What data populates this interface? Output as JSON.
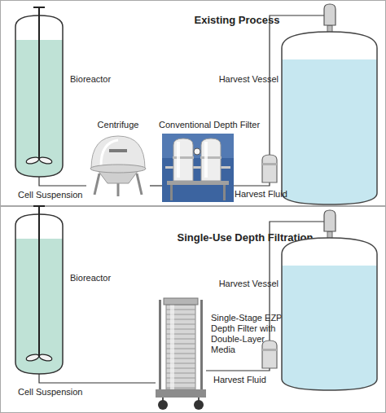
{
  "diagram": {
    "nodes": [
      {
        "text": [
          "Existing Process"
        ]
      },
      {
        "text": [
          "Bioreactor"
        ],
        "in": 0
      },
      {
        "text": [
          "Centrifuge"
        ],
        "in": 0
      },
      {
        "text": [
          "Conventional Depth Filter"
        ],
        "in": 0
      },
      {
        "text": [
          "Harvest Vessel"
        ],
        "in": 0
      },
      {
        "text": [
          "Single-Use Depth Filtration"
        ]
      },
      {
        "text": [
          "Bioreactor"
        ],
        "in": 5
      },
      {
        "text": [
          "Single-Stage EZP Depth Filter with Double-Layer Media"
        ],
        "in": 5
      },
      {
        "text": [
          "Harvest Vessel"
        ],
        "in": 5
      }
    ],
    "edges": [
      {
        "from": 1,
        "to": 2,
        "arrow": "none",
        "label": "Cell Suspension"
      },
      {
        "from": 2,
        "to": 3,
        "arrow": "none"
      },
      {
        "from": 3,
        "to": 4,
        "arrow": "none",
        "label": "Harvest Fluid"
      },
      {
        "from": 6,
        "to": 7,
        "arrow": "none",
        "label": "Cell Suspension"
      },
      {
        "from": 7,
        "to": 8,
        "arrow": "none",
        "label": "Harvest Fluid"
      }
    ]
  }
}
